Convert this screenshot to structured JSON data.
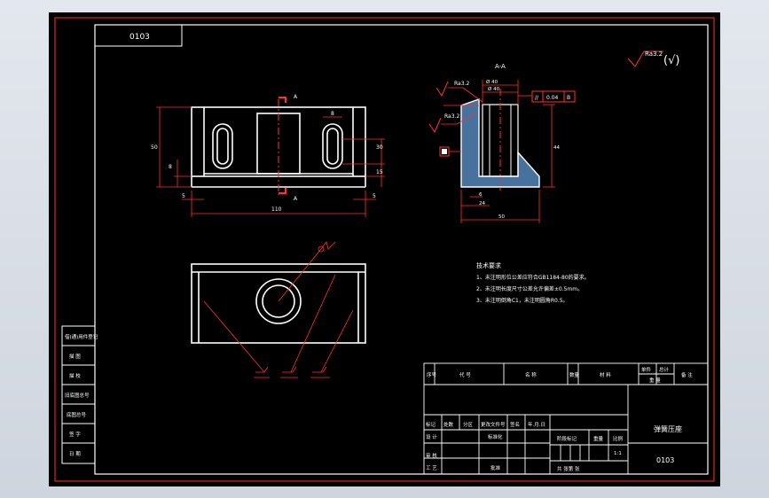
{
  "drawing": {
    "number_tag": "0103",
    "roughness_symbol": "Ra3.2",
    "roughness_other": "(√)",
    "section_title": "A-A",
    "section_marker": "A",
    "datum_label": "B",
    "tolerance": {
      "symbol": "//",
      "value": "0.04",
      "datum": "B"
    },
    "surface_marks": [
      "Ra3.2",
      "Ra3.2"
    ],
    "front_dims": {
      "height": "50",
      "overall": "110",
      "slot_width": "8",
      "slot_len": "30",
      "base": "15",
      "edge_left": "5",
      "edge_right": "5",
      "step": "8"
    },
    "section_dims": {
      "dia_top": "Ø 40",
      "dia_inner": "Ø 40",
      "bottom_a": "6",
      "bottom_b": "24",
      "bottom_c": "50",
      "height": "44"
    },
    "tech_title": "技术要求",
    "tech_notes": [
      "1、未注明形位公差应符合GB1184-80的要求。",
      "2、未注明长度尺寸公差允许偏差±0.5mm。",
      "3、未注明倒角C1，未注明圆角R0.5。"
    ],
    "side_labels": [
      "借(通)用件登记",
      "描  图",
      "描  校",
      "旧底图总号",
      "底图总号",
      "签  字",
      "日  期"
    ],
    "title_block": {
      "part_name": "弹簧压座",
      "drawing_code": "0103",
      "scale": "1:1",
      "header_cells": [
        "序号",
        "代  号",
        "名  称",
        "数量",
        "材  料",
        "单件",
        "总计",
        "备  注"
      ],
      "weight_label": "重  量",
      "row_labels": [
        "标记",
        "处数",
        "分区",
        "更改文件号",
        "签名",
        "年.月.日"
      ],
      "design": "设  计",
      "standard": "标准化",
      "stage_mark": "阶段标记",
      "weight": "重量",
      "ratio": "比例",
      "review": "审  核",
      "craft": "工  艺",
      "approve": "批准",
      "sheets": "共   张第   张"
    }
  }
}
